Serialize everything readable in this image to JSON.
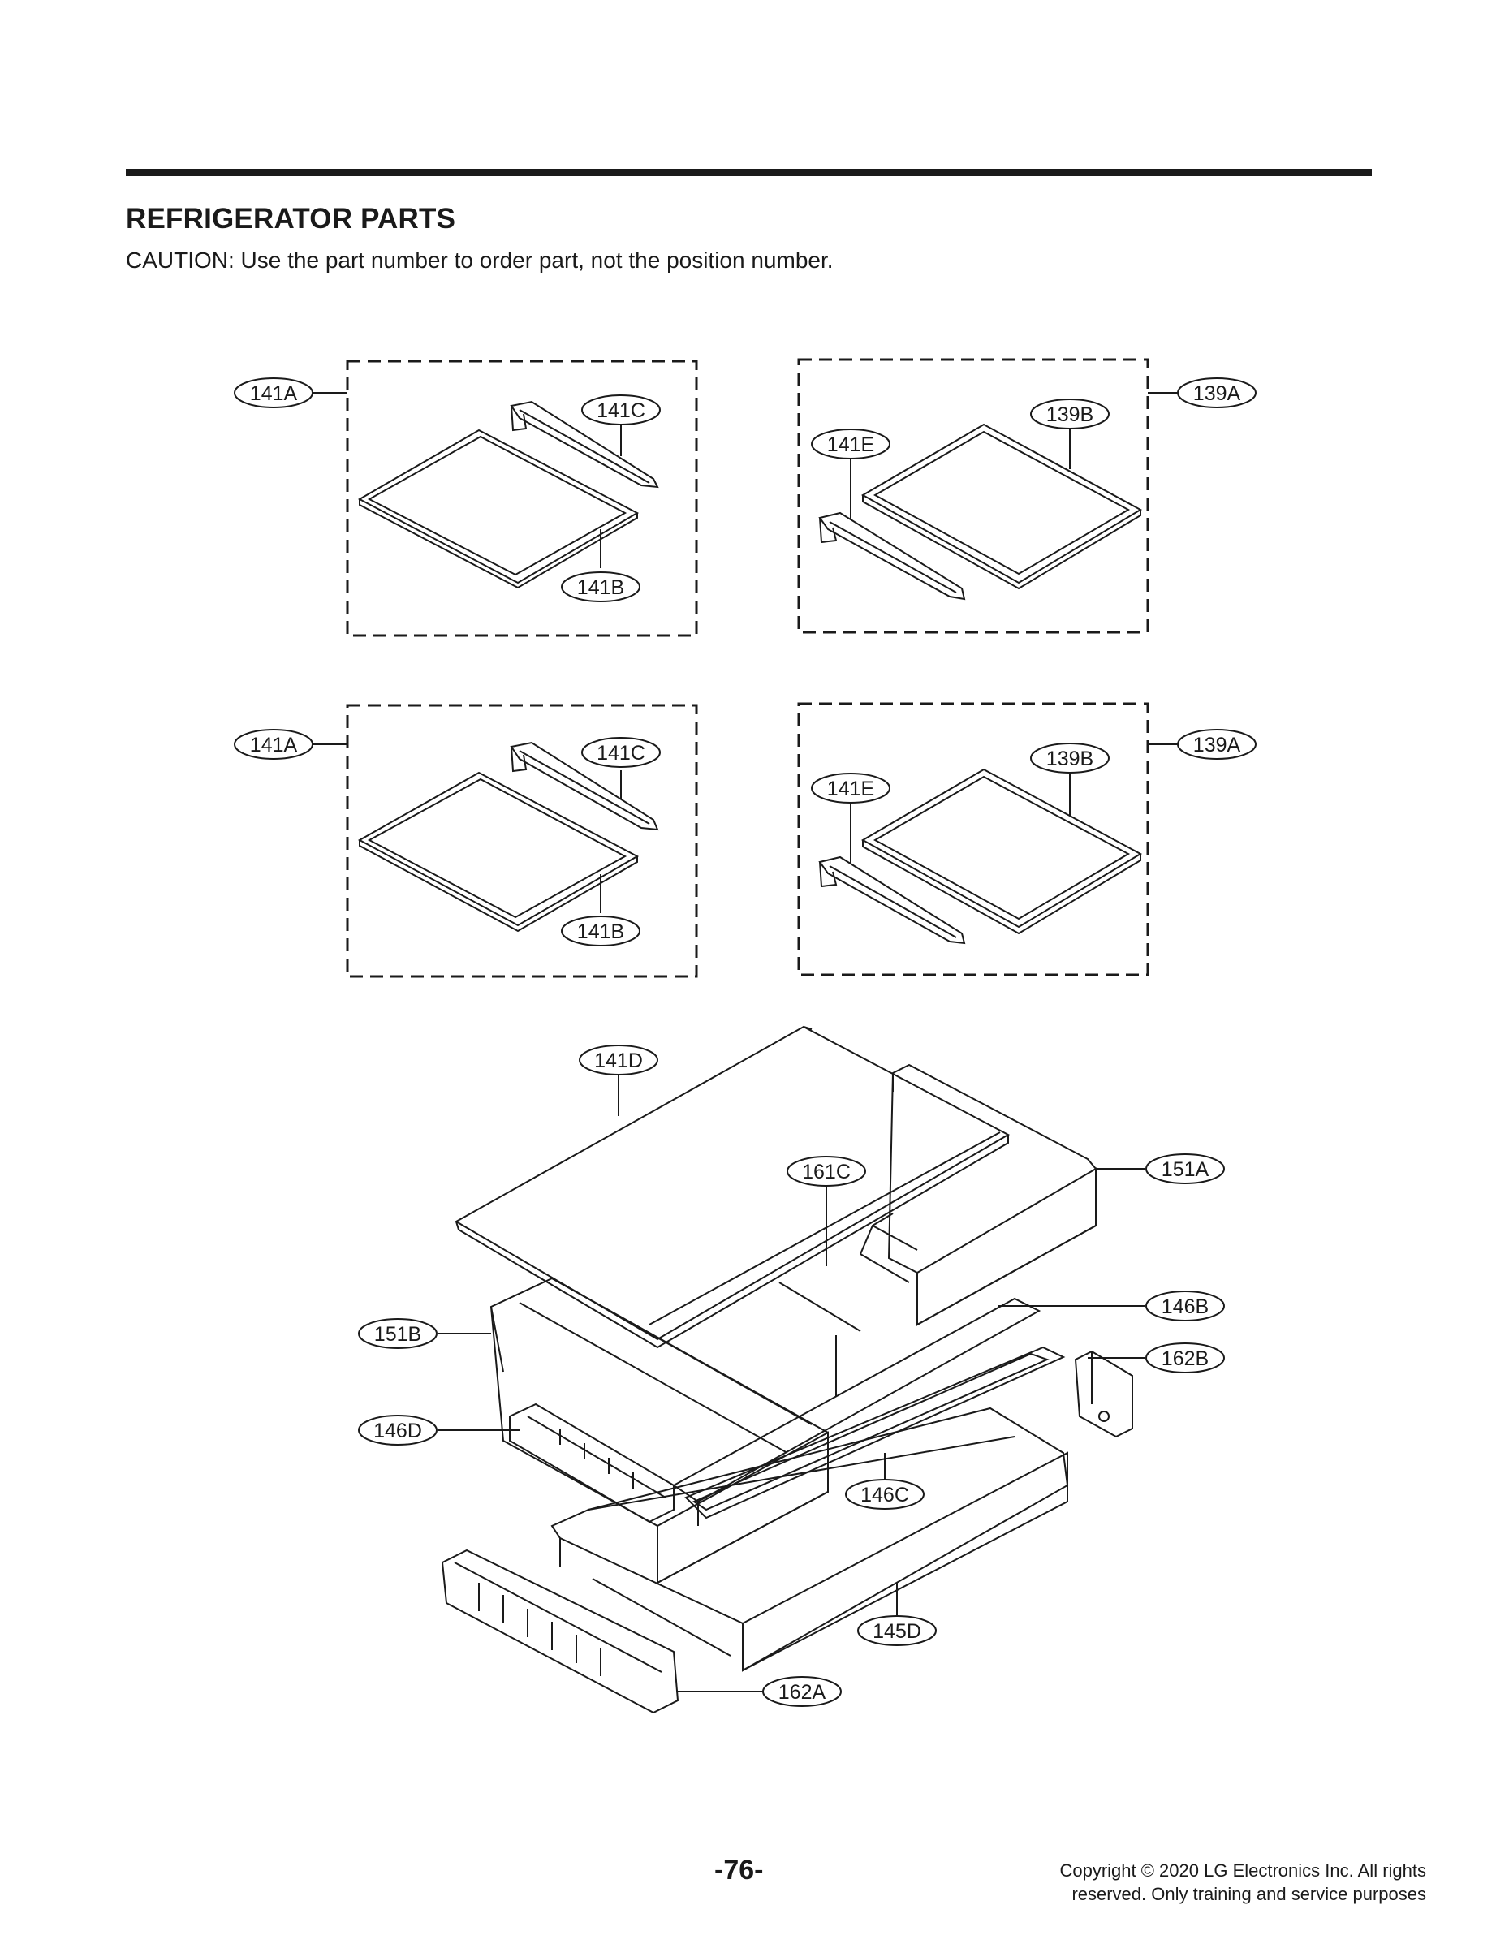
{
  "header": {
    "title": "REFRIGERATOR PARTS",
    "caution": "CAUTION: Use the part number to order part, not the position number."
  },
  "callouts": {
    "p141A_1": "141A",
    "p141C_1": "141C",
    "p141B_1": "141B",
    "p139A_1": "139A",
    "p139B_1": "139B",
    "p141E_1": "141E",
    "p141A_2": "141A",
    "p141C_2": "141C",
    "p141B_2": "141B",
    "p139A_2": "139A",
    "p139B_2": "139B",
    "p141E_2": "141E",
    "p141D": "141D",
    "p161C": "161C",
    "p151A": "151A",
    "p146B": "146B",
    "p151B": "151B",
    "p162B": "162B",
    "p146D": "146D",
    "p146C": "146C",
    "p145D": "145D",
    "p162A": "162A"
  },
  "footer": {
    "page_number": "-76-",
    "copyright_line1": "Copyright © 2020 LG Electronics Inc. All rights",
    "copyright_line2": "reserved. Only training and service purposes"
  },
  "colors": {
    "ink": "#1a1a1a",
    "background": "#ffffff"
  }
}
